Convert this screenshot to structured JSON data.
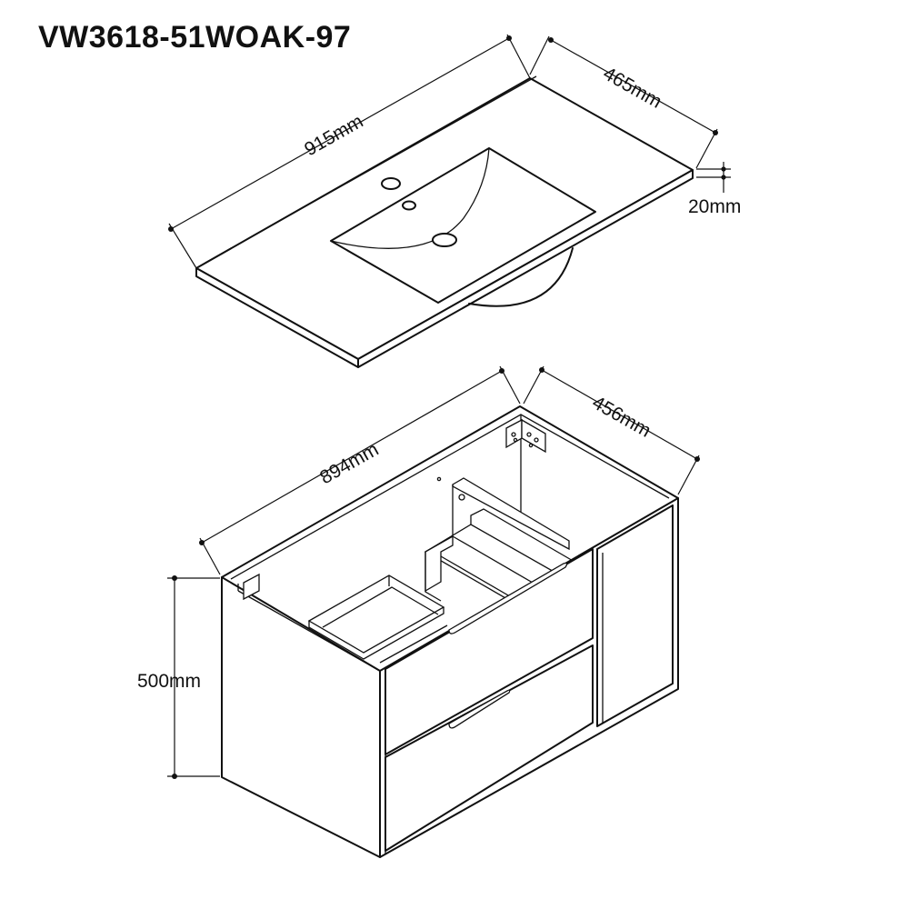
{
  "model_code": "VW3618-51WOAK-97",
  "basin_top": {
    "width_label": "915mm",
    "depth_label": "465mm",
    "thickness_label": "20mm"
  },
  "cabinet": {
    "width_label": "894mm",
    "depth_label": "456mm",
    "height_label": "500mm"
  },
  "colors": {
    "line": "#111111",
    "background": "#ffffff"
  }
}
